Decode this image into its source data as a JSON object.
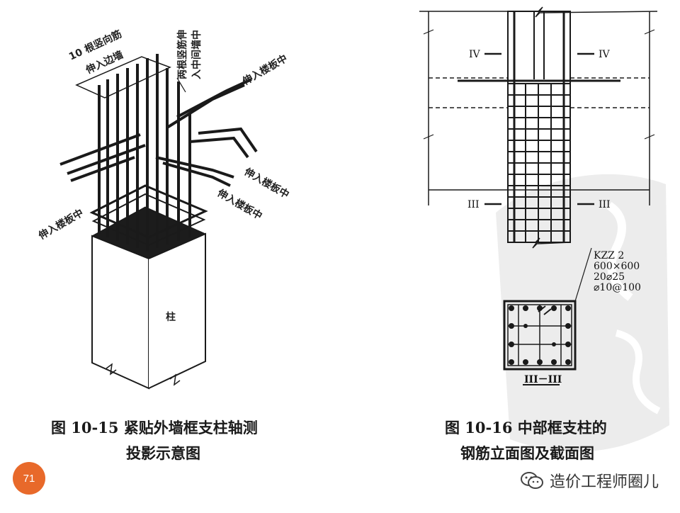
{
  "figure_left": {
    "caption_line1": "图 10-15   紧贴外墙框支柱轴测",
    "caption_line2": "投影示意图",
    "labels": {
      "vertical_bars": "10 根竖向筋",
      "into_side_wall": "伸入边墙",
      "two_bars_into_mid_wall": "两根竖筋伸",
      "into_mid_wall_2": "入中间墙中",
      "into_slab_top": "伸入楼板中",
      "into_slab_left": "伸入楼板中",
      "into_slab_right1": "伸入楼板中",
      "into_slab_right2": "伸入楼板中",
      "column": "柱"
    }
  },
  "figure_right": {
    "caption_line1": "图 10-16   中部框支柱的",
    "caption_line2": "钢筋立面图及截面图",
    "section_marks": {
      "iv_left": "IV",
      "iv_right": "IV",
      "iii_left": "III",
      "iii_right": "III",
      "section_title": "III－III"
    },
    "spec": {
      "line1": "KZZ 2",
      "line2": "600×600",
      "line3": "20⌀25",
      "line4": "⌀10@100"
    }
  },
  "page_number": "71",
  "watermark": "造价工程师圈儿",
  "colors": {
    "badge": "#e8692a",
    "ink": "#1a1a1a"
  }
}
